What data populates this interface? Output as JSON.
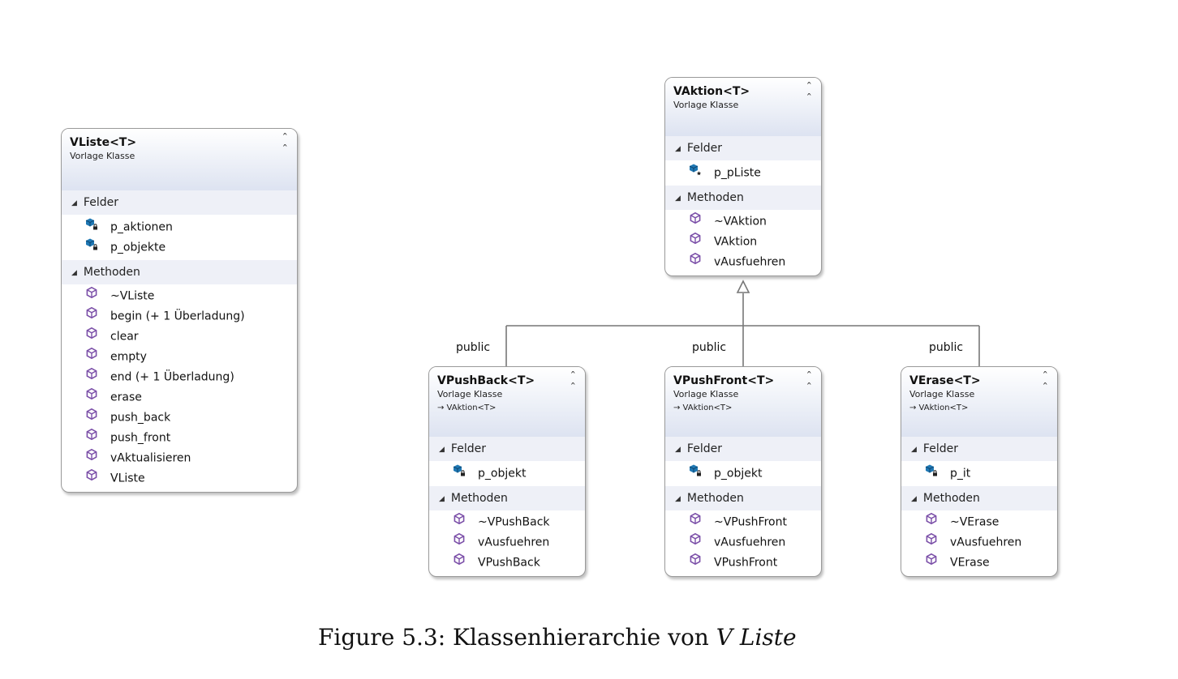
{
  "classes": {
    "vliste": {
      "name": "VListe<T>",
      "subtitle": "Vorlage Klasse",
      "sections": {
        "fields": {
          "label": "Felder",
          "items": [
            "p_aktionen",
            "p_objekte"
          ]
        },
        "methods": {
          "label": "Methoden",
          "items": [
            "~VListe",
            "begin (+ 1 Überladung)",
            "clear",
            "empty",
            "end (+ 1 Überladung)",
            "erase",
            "push_back",
            "push_front",
            "vAktualisieren",
            "VListe"
          ]
        }
      }
    },
    "vaktion": {
      "name": "VAktion<T>",
      "subtitle": "Vorlage Klasse",
      "sections": {
        "fields": {
          "label": "Felder",
          "items": [
            "p_pListe"
          ]
        },
        "methods": {
          "label": "Methoden",
          "items": [
            "~VAktion",
            "VAktion",
            "vAusfuehren"
          ]
        }
      }
    },
    "vpushback": {
      "name": "VPushBack<T>",
      "subtitle": "Vorlage Klasse",
      "inherits": "→ VAktion<T>",
      "sections": {
        "fields": {
          "label": "Felder",
          "items": [
            "p_objekt"
          ]
        },
        "methods": {
          "label": "Methoden",
          "items": [
            "~VPushBack",
            "vAusfuehren",
            "VPushBack"
          ]
        }
      }
    },
    "vpushfront": {
      "name": "VPushFront<T>",
      "subtitle": "Vorlage Klasse",
      "inherits": "→ VAktion<T>",
      "sections": {
        "fields": {
          "label": "Felder",
          "items": [
            "p_objekt"
          ]
        },
        "methods": {
          "label": "Methoden",
          "items": [
            "~VPushFront",
            "vAusfuehren",
            "VPushFront"
          ]
        }
      }
    },
    "verase": {
      "name": "VErase<T>",
      "subtitle": "Vorlage Klasse",
      "inherits": "→ VAktion<T>",
      "sections": {
        "fields": {
          "label": "Felder",
          "items": [
            "p_it"
          ]
        },
        "methods": {
          "label": "Methoden",
          "items": [
            "~VErase",
            "vAusfuehren",
            "VErase"
          ]
        }
      }
    }
  },
  "relations": {
    "public_label": "public"
  },
  "caption": {
    "prefix": "Figure 5.3: Klassenhierarchie von ",
    "name": "V Liste"
  },
  "icons": {
    "collapse": "double-chevron-up-icon",
    "field_private": "private-field-icon",
    "field_protected": "protected-field-icon",
    "method": "method-cube-icon"
  },
  "colors": {
    "header_gradient_end": "#dde3f1",
    "section_bg": "#eef0f7",
    "method_icon": "#7b4fa8",
    "field_icon": "#1f78b4",
    "connector": "#777777"
  }
}
